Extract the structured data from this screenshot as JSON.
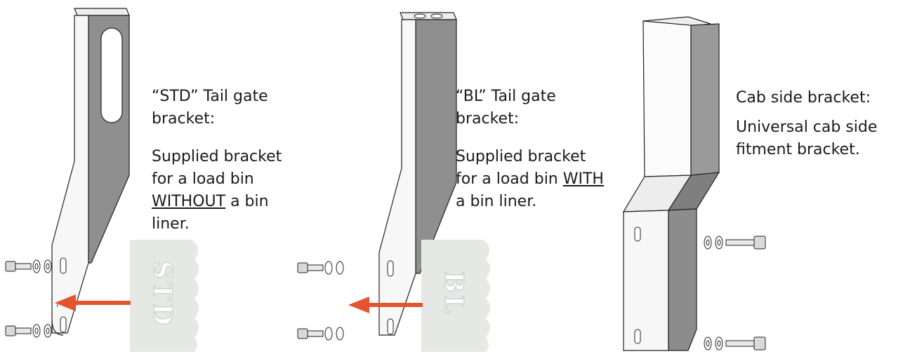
{
  "panels": [
    {
      "id": "std",
      "heading_lines": [
        "“STD” Tail gate",
        "bracket:"
      ],
      "desc_lines": [
        {
          "pre": "Supplied bracket",
          "u": "",
          "post": ""
        },
        {
          "pre": "for a load bin",
          "u": "",
          "post": ""
        },
        {
          "pre": "",
          "u": "WITHOUT",
          "post": " a bin liner."
        }
      ],
      "stamp": "STD"
    },
    {
      "id": "bl",
      "heading_lines": [
        "“BL” Tail gate",
        "bracket:"
      ],
      "desc_lines": [
        {
          "pre": "Supplied bracket",
          "u": "",
          "post": ""
        },
        {
          "pre": "for a load bin ",
          "u": "WITH",
          "post": ""
        },
        {
          "pre": "a bin liner.",
          "u": "",
          "post": ""
        }
      ],
      "stamp": "BL"
    },
    {
      "id": "cab",
      "heading_lines": [
        "Cab side bracket:"
      ],
      "desc_lines": [
        {
          "pre": "Universal cab side",
          "u": "",
          "post": ""
        },
        {
          "pre": "fitment bracket.",
          "u": "",
          "post": ""
        }
      ]
    }
  ],
  "colors": {
    "arrow": "#e2552f",
    "stamp_bg": "#e6e8e6",
    "bracket_face": "#f7f7f7",
    "bracket_side": "#8f8f8f",
    "outline": "#222222"
  }
}
